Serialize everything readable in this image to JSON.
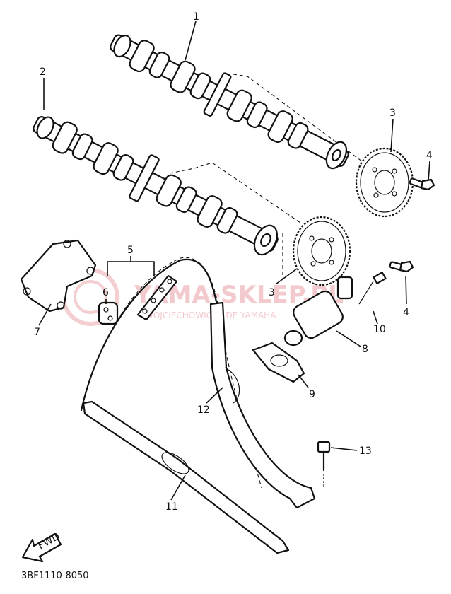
{
  "diagram": {
    "callouts": [
      {
        "id": "c1",
        "label": "1"
      },
      {
        "id": "c2",
        "label": "2"
      },
      {
        "id": "c3a",
        "label": "3"
      },
      {
        "id": "c3b",
        "label": "3"
      },
      {
        "id": "c4a",
        "label": "4"
      },
      {
        "id": "c4b",
        "label": "4"
      },
      {
        "id": "c5",
        "label": "5"
      },
      {
        "id": "c6",
        "label": "6"
      },
      {
        "id": "c7",
        "label": "7"
      },
      {
        "id": "c8",
        "label": "8"
      },
      {
        "id": "c9",
        "label": "9"
      },
      {
        "id": "c10",
        "label": "10"
      },
      {
        "id": "c11",
        "label": "11"
      },
      {
        "id": "c12",
        "label": "12"
      },
      {
        "id": "c13",
        "label": "13"
      }
    ],
    "watermark": {
      "main": "YAMA-SKLEP.PL",
      "sub": "WOJCIECHOWICZ I DE  YAMAHA"
    },
    "fwd_label": "FWD",
    "catalog_code": "3BF1110-8050"
  }
}
